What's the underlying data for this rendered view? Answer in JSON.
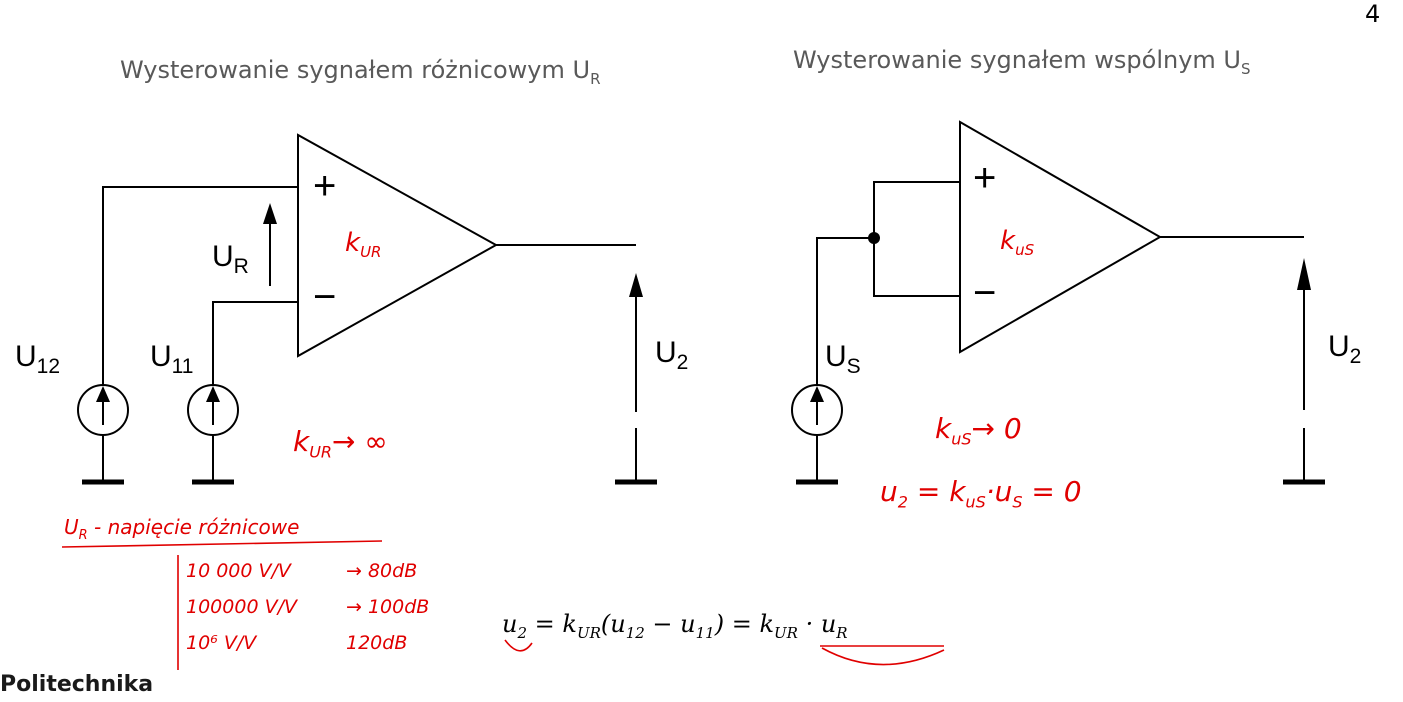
{
  "slide": {
    "page_number": "4",
    "logo_text": "Politechnika"
  },
  "left_circuit": {
    "title_prefix": "Wysterowanie sygnałem różnicowym U",
    "title_sub": "R",
    "label_u12": "U",
    "label_u12_sub": "12",
    "label_u11": "U",
    "label_u11_sub": "11",
    "label_ur": "U",
    "label_ur_sub": "R",
    "label_u2": "U",
    "label_u2_sub": "2",
    "plus_sign": "+",
    "minus_sign": "−"
  },
  "right_circuit": {
    "title_prefix": "Wysterowanie sygnałem wspólnym U",
    "title_sub": "S",
    "label_us": "U",
    "label_us_sub": "S",
    "label_u2": "U",
    "label_u2_sub": "2",
    "plus_sign": "+",
    "minus_sign": "−"
  },
  "formula": {
    "u": "u",
    "u_sub": "2",
    "eq1": " = k",
    "k_sub": "UR",
    "paren_open": "(u",
    "u12_sub": "12",
    "minus": " − u",
    "u11_sub": "11",
    "eq2": ") = k",
    "k2_sub": "UR",
    "dot": " · u",
    "ur_sub": "R"
  },
  "annotations": {
    "kur_inside": "k",
    "kur_inside_sub": "UR",
    "kur_limit": "k",
    "kur_limit_sub": "UR",
    "kur_limit_rhs": "→ ∞",
    "kus_inside": "k",
    "kus_inside_sub": "uS",
    "kus_limit": "k",
    "kus_limit_sub": "uS",
    "kus_limit_rhs": "→ 0",
    "u2_eq": "u",
    "u2_eq_sub": "2",
    "u2_eq_mid": " = k",
    "u2_eq_k_sub": "uS",
    "u2_eq_us": "·u",
    "u2_eq_us_sub": "S",
    "u2_eq_rhs": " = 0",
    "ur_note_head": "U",
    "ur_note_head_sub": "R",
    "ur_note_text": " - napięcie różnicowe",
    "gain_rows": [
      {
        "gain": "10 000 V/V",
        "db": "→ 80dB"
      },
      {
        "gain": "100000 V/V",
        "db": "→ 100dB"
      },
      {
        "gain": "10⁶ V/V",
        "db": "120dB"
      }
    ]
  },
  "colors": {
    "title_gray": "#595959",
    "annotation_red": "#e00000",
    "line_black": "#000000"
  }
}
